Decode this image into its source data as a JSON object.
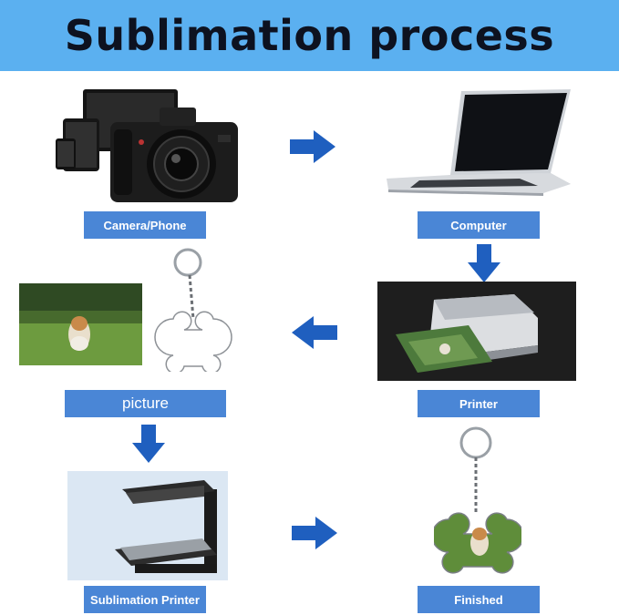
{
  "title": "Sublimation process",
  "steps": [
    {
      "label": "Camera/Phone"
    },
    {
      "label": "Computer"
    },
    {
      "label": "Printer"
    },
    {
      "label": "picture"
    },
    {
      "label": "Sublimation Printer"
    },
    {
      "label": "Finished"
    }
  ],
  "colors": {
    "header": "#5bb0f0",
    "label_bg": "#4a86d6",
    "arrow": "#1f5fbf"
  },
  "icons": [
    "camera-phone-icon",
    "laptop-icon",
    "printer-icon",
    "photo-icon",
    "keychain-blank-icon",
    "heat-press-icon",
    "keychain-finished-icon",
    "arrow-right-icon",
    "arrow-down-icon",
    "arrow-left-icon"
  ]
}
